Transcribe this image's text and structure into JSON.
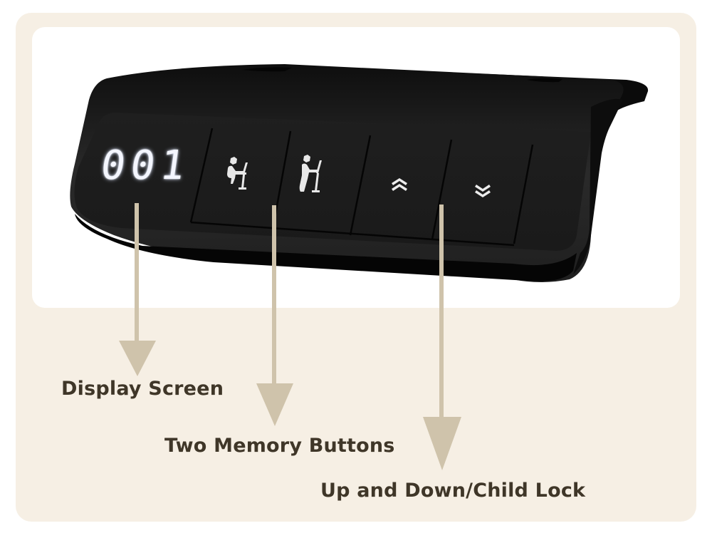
{
  "colors": {
    "cream_background": "#f6efe4",
    "photo_background": "#ffffff",
    "device_body": "#1c1c1c",
    "arrow": "#cfc3ab",
    "label_text": "#3f3628",
    "display_glow": "#f4f6ff"
  },
  "device": {
    "display_value": "001",
    "buttons": [
      {
        "name": "memory-sitting",
        "icon": "sitting-person-at-desk-icon"
      },
      {
        "name": "memory-standing",
        "icon": "standing-person-at-desk-icon"
      },
      {
        "name": "up",
        "icon": "double-chevron-up-icon",
        "glyph": "︽"
      },
      {
        "name": "down",
        "icon": "double-chevron-down-icon",
        "glyph": "︾"
      }
    ]
  },
  "callouts": [
    {
      "label": "Display Screen"
    },
    {
      "label": "Two Memory Buttons"
    },
    {
      "label": "Up and Down/Child Lock"
    }
  ]
}
